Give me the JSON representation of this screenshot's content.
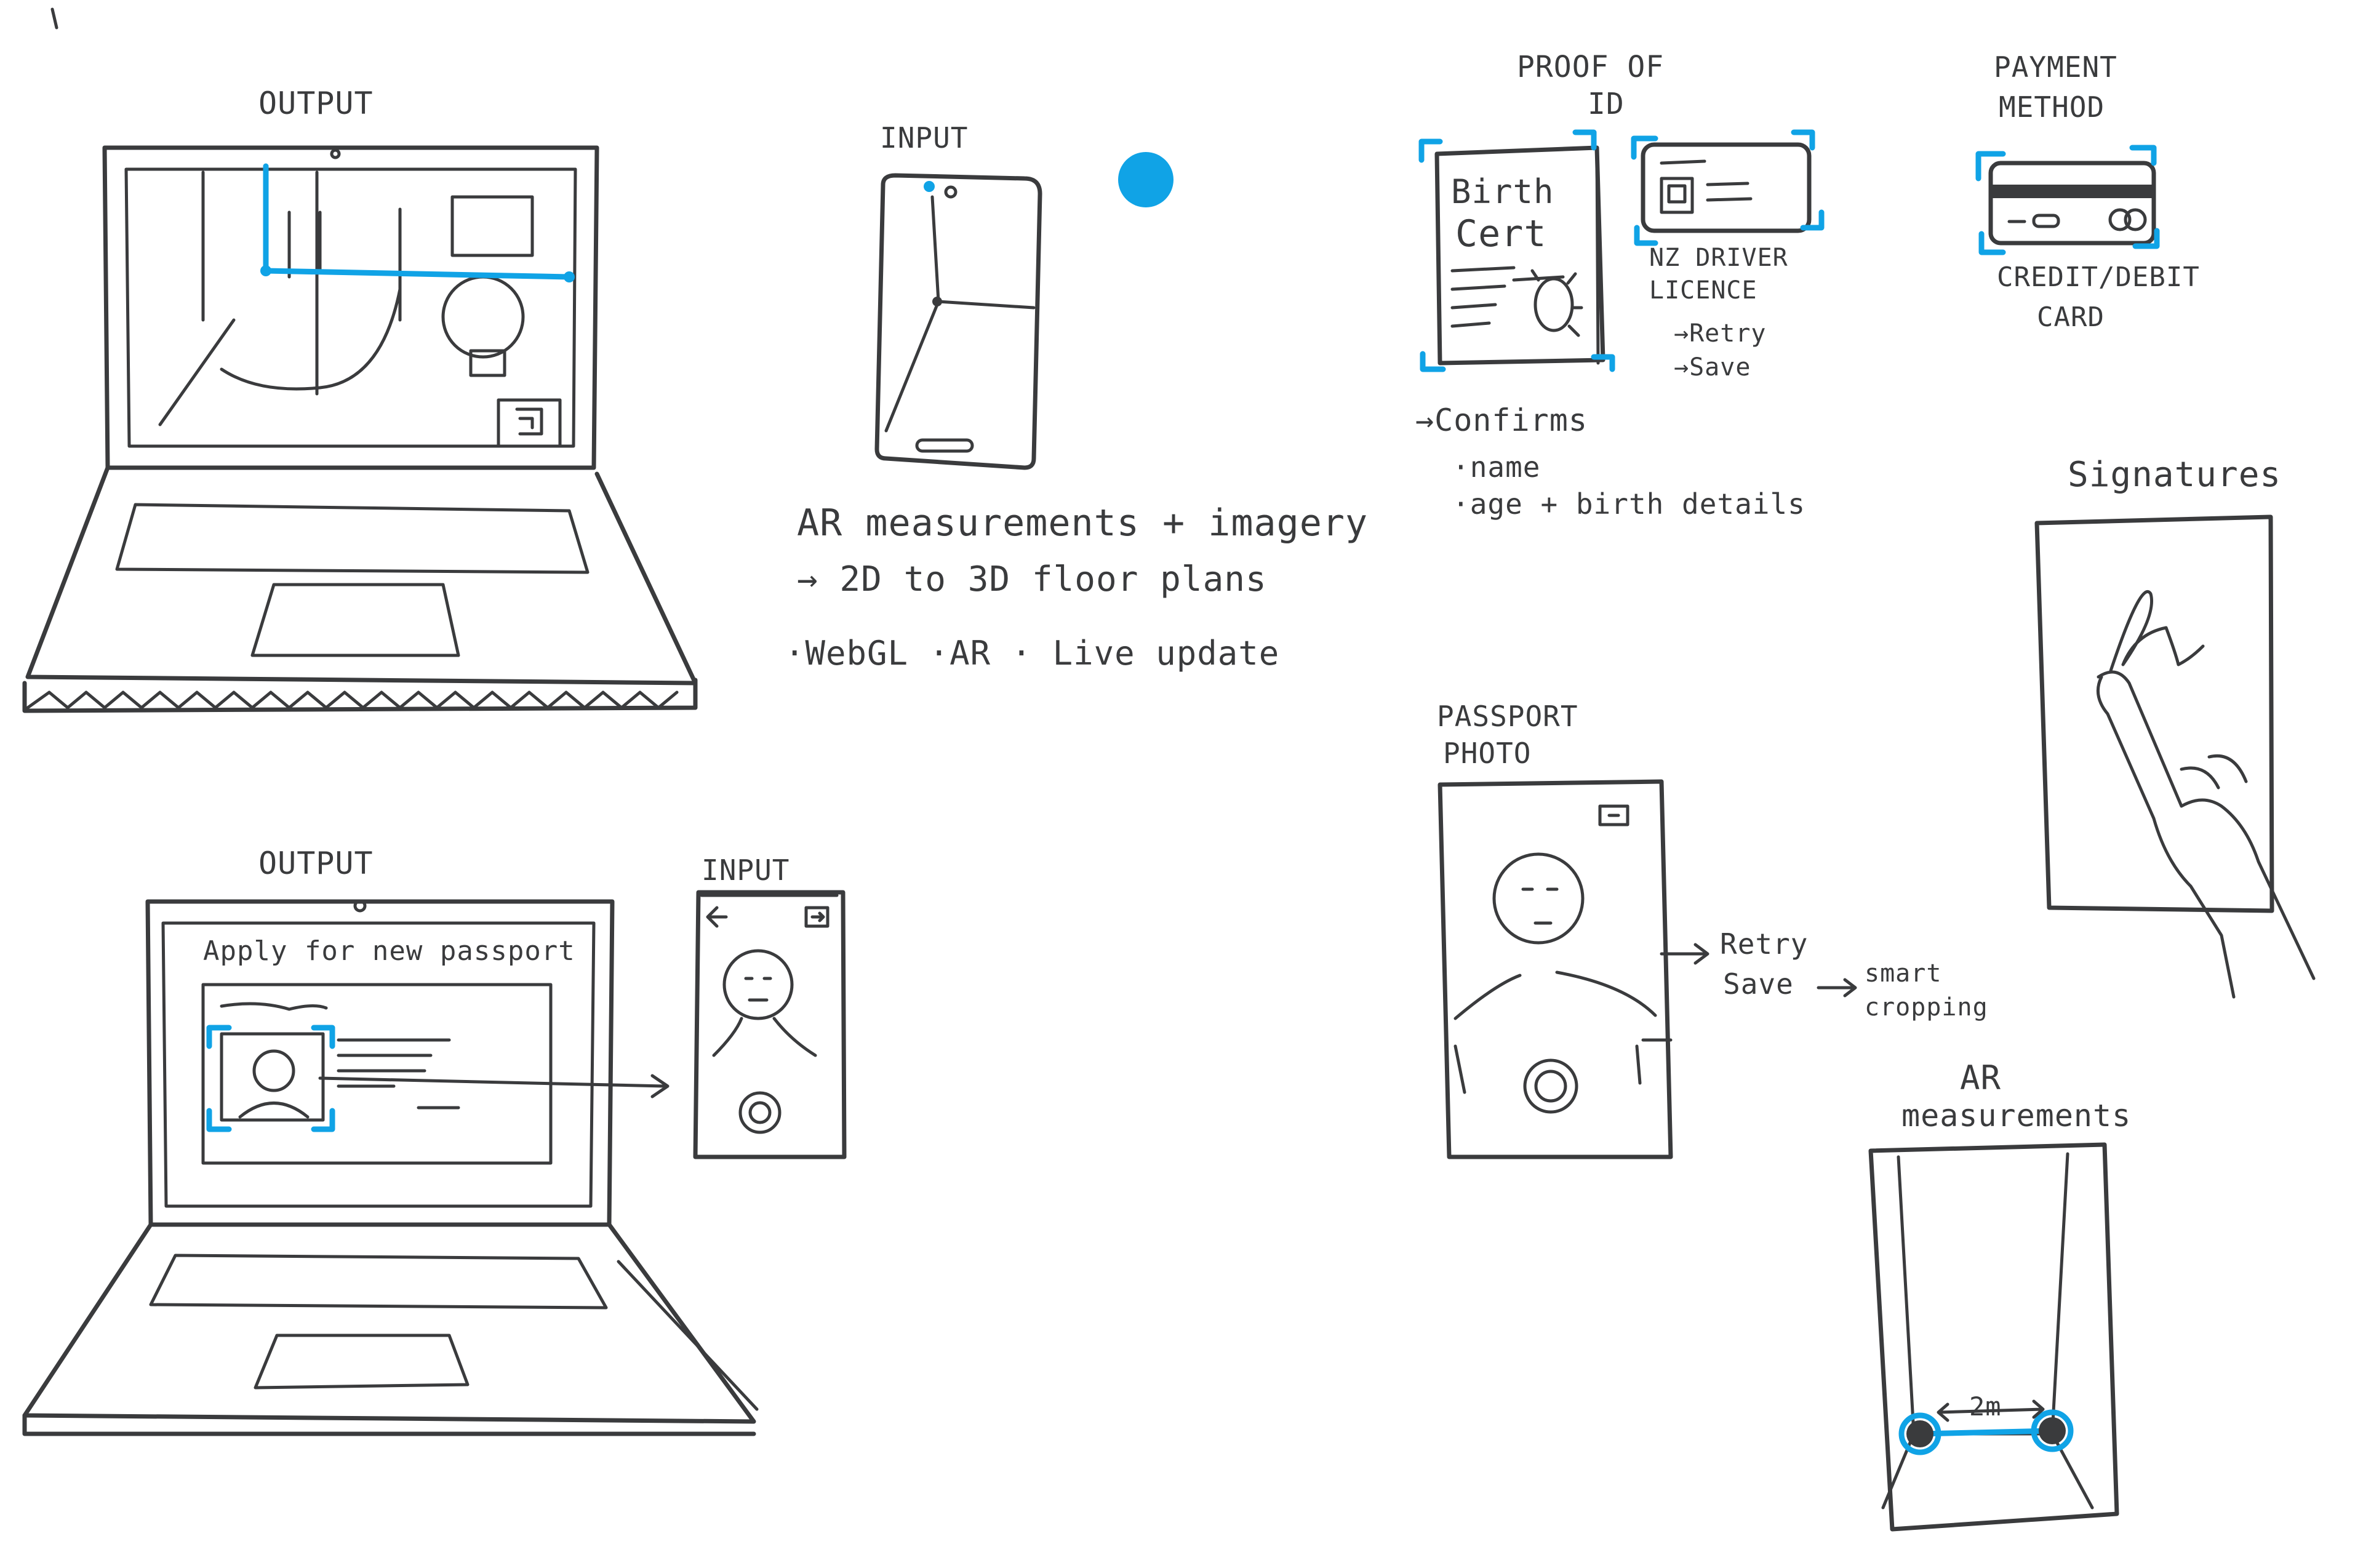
{
  "colors": {
    "ink": "#3a3b3d",
    "accent": "#10a3e6",
    "paper": "#ffffff"
  },
  "laptop_ar": {
    "label": "OUTPUT"
  },
  "phone_ar": {
    "label": "INPUT",
    "notes": [
      "AR measurements + imagery",
      "→ 2D to 3D floor plans",
      "·WebGL ·AR · Live update"
    ]
  },
  "laptop_passport": {
    "label": "OUTPUT",
    "screen_title": "Apply for new passport"
  },
  "phone_passport": {
    "label": "INPUT"
  },
  "proof_of_id": {
    "title_line1": "PROOF OF",
    "title_line2": "ID",
    "birth_cert_line1": "Birth",
    "birth_cert_line2": "Cert",
    "licence_line1": "NZ DRIVER",
    "licence_line2": "LICENCE",
    "retry": "→Retry",
    "save": "→Save",
    "confirms": "→Confirms",
    "bullet_name": "·name",
    "bullet_age": "·age + birth details"
  },
  "payment": {
    "title_line1": "PAYMENT",
    "title_line2": "METHOD",
    "card_line1": "CREDIT/DEBIT",
    "card_line2": "CARD"
  },
  "signatures": {
    "title": "Signatures"
  },
  "passport_photo": {
    "title_line1": "PASSPORT",
    "title_line2": "PHOTO",
    "retry": "Retry",
    "save": "Save",
    "smart_line1": "smart",
    "smart_line2": "cropping"
  },
  "ar_measure": {
    "title_line1": "AR",
    "title_line2": "measurements",
    "distance": "2m"
  },
  "icons": [
    "camera-icon",
    "back-arrow-icon",
    "switch-camera-icon",
    "focus-icon",
    "shutter-icon",
    "finger-icon"
  ]
}
